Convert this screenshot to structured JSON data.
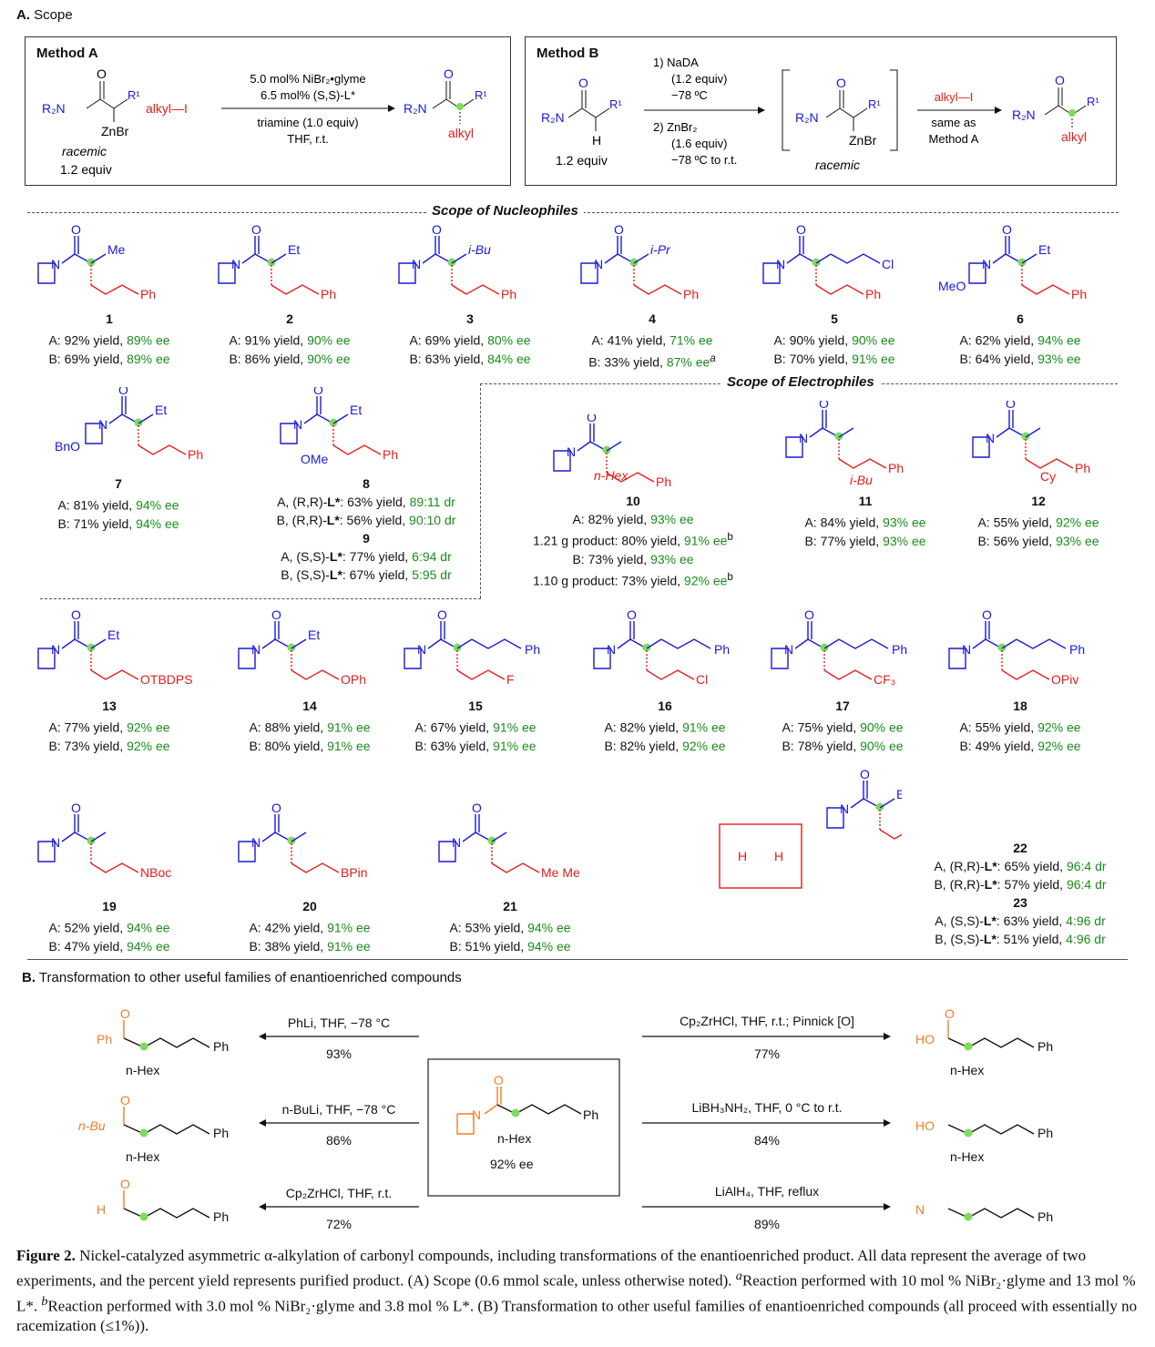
{
  "section_a": {
    "letter": "A.",
    "title": "Scope"
  },
  "method_a": {
    "title": "Method A",
    "reagent_line1": "5.0 mol% NiBr₂•glyme",
    "reagent_line2": "6.5 mol% (S,S)-L*",
    "conditions_line1": "triamine (1.0 equiv)",
    "conditions_line2": "THF, r.t.",
    "racemic": "racemic",
    "equiv": "1.2 equiv",
    "r2n": "R₂N",
    "r1": "R¹",
    "znbr": "ZnBr",
    "alkyl_i": "alkyl—I",
    "alkyl": "alkyl",
    "o": "O"
  },
  "method_b": {
    "title": "Method B",
    "step1": "1) NaDA",
    "step1_equiv": "(1.2 equiv)",
    "step1_temp": "−78 ºC",
    "step2": "2) ZnBr₂",
    "step2_equiv": "(1.6 equiv)",
    "step2_temp": "−78 ºC to r.t.",
    "equiv": "1.2 equiv",
    "racemic": "racemic",
    "alkyl_i": "alkyl—I",
    "same_as": "same as",
    "method_a": "Method A",
    "h": "H"
  },
  "headers": {
    "nucleophiles": "Scope of Nucleophiles",
    "electrophiles": "Scope of Electrophiles"
  },
  "compounds_row1": [
    {
      "num": "1",
      "a_yield": "A: 92% yield,",
      "a_ee": "89% ee",
      "b_yield": "B: 69% yield,",
      "b_ee": "89% ee",
      "sub": "Me"
    },
    {
      "num": "2",
      "a_yield": "A: 91% yield,",
      "a_ee": "90% ee",
      "b_yield": "B: 86% yield,",
      "b_ee": "90% ee",
      "sub": "Et"
    },
    {
      "num": "3",
      "a_yield": "A: 69% yield,",
      "a_ee": "80% ee",
      "b_yield": "B: 63% yield,",
      "b_ee": "84% ee",
      "sub": "i-Bu"
    },
    {
      "num": "4",
      "a_yield": "A: 41% yield,",
      "a_ee": "71% ee",
      "b_yield": "B: 33% yield,",
      "b_ee": "87% ee",
      "note": "a",
      "sub": "i-Pr"
    },
    {
      "num": "5",
      "a_yield": "A: 90% yield,",
      "a_ee": "90% ee",
      "b_yield": "B: 70% yield,",
      "b_ee": "91% ee",
      "sub": "Cl"
    },
    {
      "num": "6",
      "a_yield": "A: 62% yield,",
      "a_ee": "94% ee",
      "b_yield": "B: 64% yield,",
      "b_ee": "93% ee",
      "sub": "Et",
      "extra": "MeO"
    }
  ],
  "compound7": {
    "num": "7",
    "a_yield": "A: 81% yield,",
    "a_ee": "94% ee",
    "b_yield": "B: 71% yield,",
    "b_ee": "94% ee",
    "extra": "BnO"
  },
  "compound8_9": {
    "num8": "8",
    "num9": "9",
    "l1_pre": "A, (R,R)-",
    "l1_mid": "L*",
    "l1_y": ": 63% yield, ",
    "l1_dr": "89:11 dr",
    "l2_pre": "B, (R,R)-",
    "l2_mid": "L*",
    "l2_y": ": 56% yield, ",
    "l2_dr": "90:10 dr",
    "l3_pre": "A, (S,S)-",
    "l3_mid": "L*",
    "l3_y": ": 77% yield, ",
    "l3_dr": "6:94 dr",
    "l4_pre": "B, (S,S)-",
    "l4_mid": "L*",
    "l4_y": ": 67% yield, ",
    "l4_dr": "5:95 dr",
    "ome": "OMe"
  },
  "compound10": {
    "num": "10",
    "l1": "A: 82% yield, ",
    "l1_ee": "93% ee",
    "l2": "1.21 g product: 80% yield, ",
    "l2_ee": "91% ee",
    "l2_note": "b",
    "l3": "B: 73% yield, ",
    "l3_ee": "93% ee",
    "l4": "1.10 g product: 73% yield, ",
    "l4_ee": "92% ee",
    "l4_note": "b",
    "sub": "n-Hex"
  },
  "compound11": {
    "num": "11",
    "a_yield": "A: 84% yield,",
    "a_ee": "93% ee",
    "b_yield": "B: 77% yield,",
    "b_ee": "93% ee",
    "sub": "i-Bu"
  },
  "compound12": {
    "num": "12",
    "a_yield": "A: 55% yield,",
    "a_ee": "92% ee",
    "b_yield": "B: 56% yield,",
    "b_ee": "93% ee",
    "sub": "Cy"
  },
  "compounds_row3": [
    {
      "num": "13",
      "a_yield": "A: 77% yield,",
      "a_ee": "92% ee",
      "b_yield": "B: 73% yield,",
      "b_ee": "92% ee",
      "sub": "OTBDPS"
    },
    {
      "num": "14",
      "a_yield": "A: 88% yield,",
      "a_ee": "91% ee",
      "b_yield": "B: 80% yield,",
      "b_ee": "91% ee",
      "sub": "OPh"
    },
    {
      "num": "15",
      "a_yield": "A: 67% yield,",
      "a_ee": "91% ee",
      "b_yield": "B: 63% yield,",
      "b_ee": "91% ee",
      "sub": "F"
    },
    {
      "num": "16",
      "a_yield": "A: 82% yield,",
      "a_ee": "91% ee",
      "b_yield": "B: 82% yield,",
      "b_ee": "92% ee",
      "sub": "Cl"
    },
    {
      "num": "17",
      "a_yield": "A: 75% yield,",
      "a_ee": "90% ee",
      "b_yield": "B: 78% yield,",
      "b_ee": "90% ee",
      "sub": "CF₃"
    },
    {
      "num": "18",
      "a_yield": "A: 55% yield,",
      "a_ee": "92% ee",
      "b_yield": "B: 49% yield,",
      "b_ee": "92% ee",
      "sub": "OPiv"
    }
  ],
  "compounds_row4": [
    {
      "num": "19",
      "a_yield": "A: 52% yield,",
      "a_ee": "94% ee",
      "b_yield": "B: 47% yield,",
      "b_ee": "94% ee",
      "sub": "NBoc"
    },
    {
      "num": "20",
      "a_yield": "A: 42% yield,",
      "a_ee": "91% ee",
      "b_yield": "B: 38% yield,",
      "b_ee": "91% ee",
      "sub": "BPin"
    },
    {
      "num": "21",
      "a_yield": "A: 53% yield,",
      "a_ee": "94% ee",
      "b_yield": "B: 51% yield,",
      "b_ee": "94% ee",
      "sub": "Me Me"
    }
  ],
  "compound22_23": {
    "num22": "22",
    "num23": "23",
    "l1_pre": "A, (R,R)-",
    "l1_y": ": 65% yield, ",
    "l1_dr": "96:4 dr",
    "l2_pre": "B, (R,R)-",
    "l2_y": ": 57% yield, ",
    "l2_dr": "96:4 dr",
    "l3_pre": "A, (S,S)-",
    "l3_y": ": 63% yield, ",
    "l3_dr": "4:96 dr",
    "l4_pre": "B, (S,S)-",
    "l4_y": ": 51% yield, ",
    "l4_dr": "4:96 dr",
    "lstar": "L*"
  },
  "section_b": {
    "letter": "B.",
    "title": "Transformation to other useful families of enantioenriched compounds"
  },
  "transforms": {
    "center_sub": "n-Hex",
    "center_ee": "92% ee",
    "left": [
      {
        "reagent": "PhLi, THF, −78 °C",
        "yield": "93%",
        "group": "Ph"
      },
      {
        "reagent": "n-BuLi, THF, −78 °C",
        "yield": "86%",
        "group": "n-Bu"
      },
      {
        "reagent": "Cp₂ZrHCl, THF, r.t.",
        "yield": "72%",
        "group": "H"
      }
    ],
    "right": [
      {
        "reagent": "Cp₂ZrHCl, THF, r.t.; Pinnick [O]",
        "yield": "77%",
        "group": "HO"
      },
      {
        "reagent": "LiBH₃NH₂, THF, 0 °C to r.t.",
        "yield": "84%",
        "group": "HO"
      },
      {
        "reagent": "LiAlH₄, THF, reflux",
        "yield": "89%",
        "group": "N"
      }
    ],
    "ph": "Ph",
    "nhex": "n-Hex",
    "o": "O"
  },
  "caption": {
    "fig": "Figure 2.",
    "text1": " Nickel-catalyzed asymmetric α-alkylation of carbonyl compounds, including transformations of the enantioenriched product. All data represent the average of two experiments, and the percent yield represents purified product. (A) Scope (0.6 mmol scale, unless otherwise noted). ",
    "note_a": "a",
    "text2": "Reaction performed with 10 mol % NiBr₂·glyme and 13 mol % L*. ",
    "note_b": "b",
    "text3": "Reaction performed with 3.0 mol % NiBr₂·glyme and 3.8 mol % L*. (B) Transformation to other useful families of enantioenriched compounds (all proceed with essentially no racemization (≤1%))."
  }
}
